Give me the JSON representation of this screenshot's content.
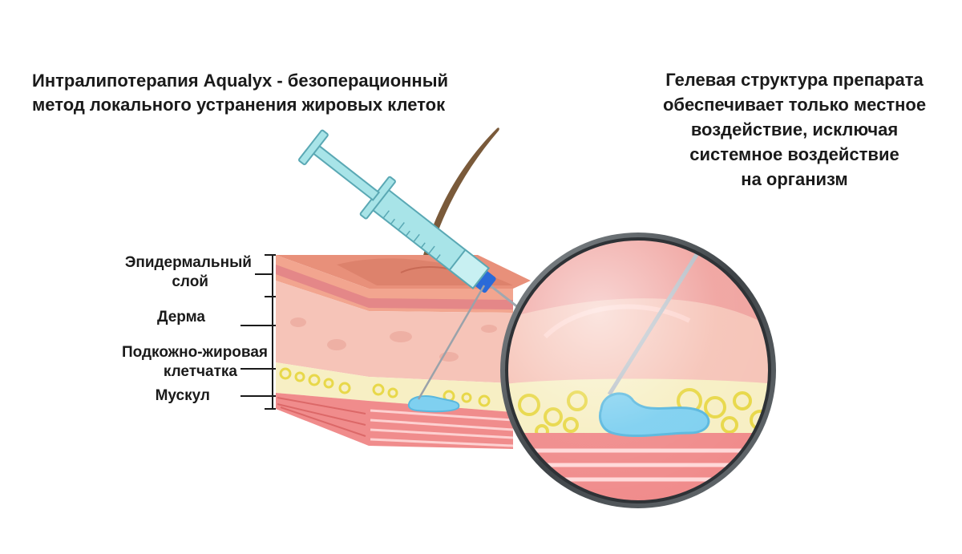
{
  "heading_left": {
    "lines": [
      "Интралипотерапия Aqualyx - безоперационный",
      "метод локального устранения жировых клеток"
    ]
  },
  "heading_right": {
    "lines": [
      "Гелевая структура препарата",
      "обеспечивает только местное",
      "воздействие, исключая",
      "системное воздействие",
      "на организм"
    ]
  },
  "layers": [
    {
      "lines": [
        "Эпидермальный",
        "слой"
      ]
    },
    {
      "lines": [
        "Дерма"
      ]
    },
    {
      "lines": [
        "Подкожно-жировая",
        "клетчатка"
      ]
    },
    {
      "lines": [
        "Мускул"
      ]
    }
  ],
  "colors": {
    "epidermis": "#e8907a",
    "dermis": "#f6c4b8",
    "fat": "#f7efc4",
    "fat_cell": "#e8d84a",
    "muscle": "#f08c8c",
    "gel": "#7fd0f0",
    "syringe": "#a8e4e8",
    "lens_rim": "#555a5e"
  }
}
